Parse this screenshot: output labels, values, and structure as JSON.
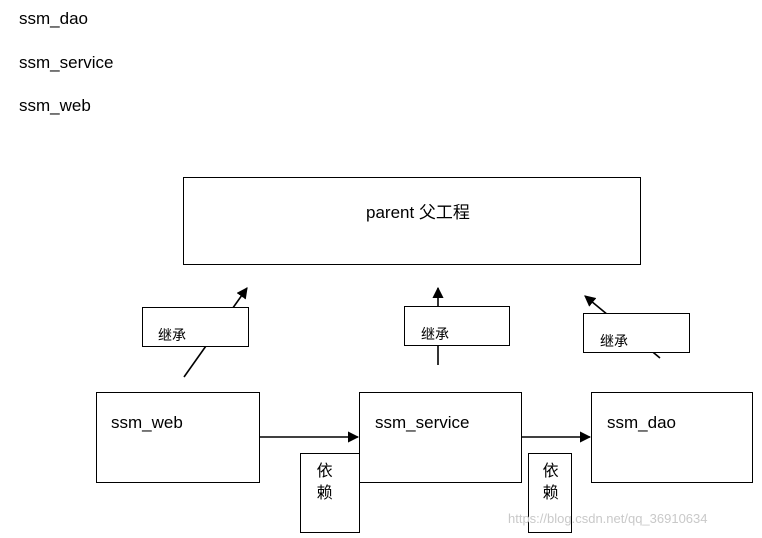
{
  "modules": [
    "ssm_dao",
    "ssm_service",
    "ssm_web"
  ],
  "parent": {
    "label": "parent 父工程"
  },
  "boxes": {
    "web": "ssm_web",
    "service": "ssm_service",
    "dao": "ssm_dao"
  },
  "inherit_labels": [
    "继承",
    "继承",
    "继承"
  ],
  "depend_labels": [
    "依赖",
    "依赖"
  ],
  "watermark": "https://blog.csdn.net/qq_36910634"
}
